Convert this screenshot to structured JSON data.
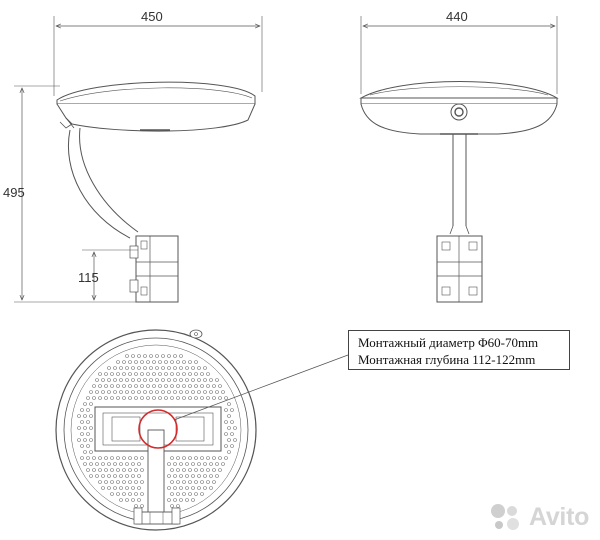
{
  "dimensions": {
    "side_width": "450",
    "front_width": "440",
    "total_height": "495",
    "mount_height": "115"
  },
  "callout": {
    "line1": "Монтажный диаметр Φ60-70mm",
    "line2": "Монтажная глубина  112-122mm"
  },
  "watermark": {
    "text": "Avito",
    "colors": [
      "#cfcfcf",
      "#dadada",
      "#c8c8c8",
      "#e0e0e0"
    ]
  },
  "colors": {
    "line": "#555555",
    "highlight": "#d42a2a"
  }
}
